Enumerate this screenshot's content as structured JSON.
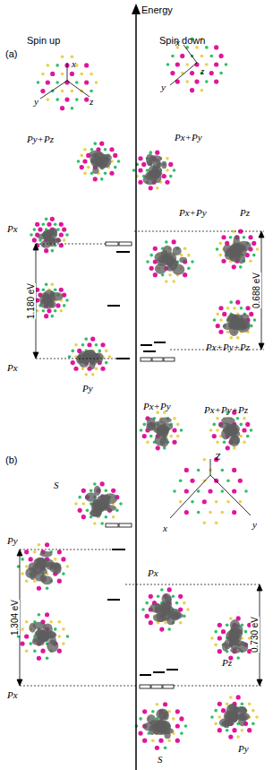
{
  "diagram": {
    "labels": [
      "Energy",
      "Spin up",
      "Spin down",
      "(a)",
      "x",
      "y",
      "z",
      "x",
      "y",
      "z",
      "Py+Pz",
      "Px+Py",
      "Px+Py",
      "Pz",
      "Px",
      "1.180 eV",
      "Px",
      "0.688 eV",
      "Py",
      "Px+Py+Pz",
      "Px+Py",
      "Px+Py+Pz",
      "(b)",
      "Z",
      "x",
      "y",
      "S",
      "Py",
      "1.304 eV",
      "Px",
      "Px",
      "0.730 eV",
      "Pz",
      "S",
      "Py"
    ]
  }
}
